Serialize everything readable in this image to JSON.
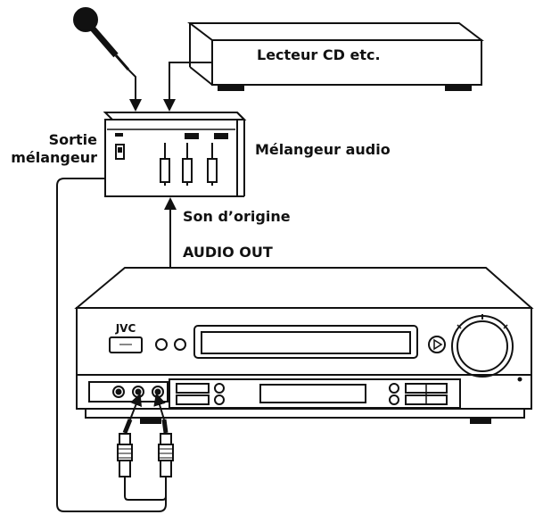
{
  "labels": {
    "cd_player": "Lecteur CD etc.",
    "mixer_out_line1": "Sortie",
    "mixer_out_line2": "mélangeur",
    "audio_mixer": "Mélangeur audio",
    "original_sound": "Son d’origine",
    "audio_out": "AUDIO OUT",
    "brand": "JVC"
  },
  "colors": {
    "stroke": "#111111",
    "background": "#ffffff",
    "text": "#111111"
  },
  "icons": [
    "microphone-icon",
    "rca-plug-icon",
    "arrow-icon"
  ]
}
